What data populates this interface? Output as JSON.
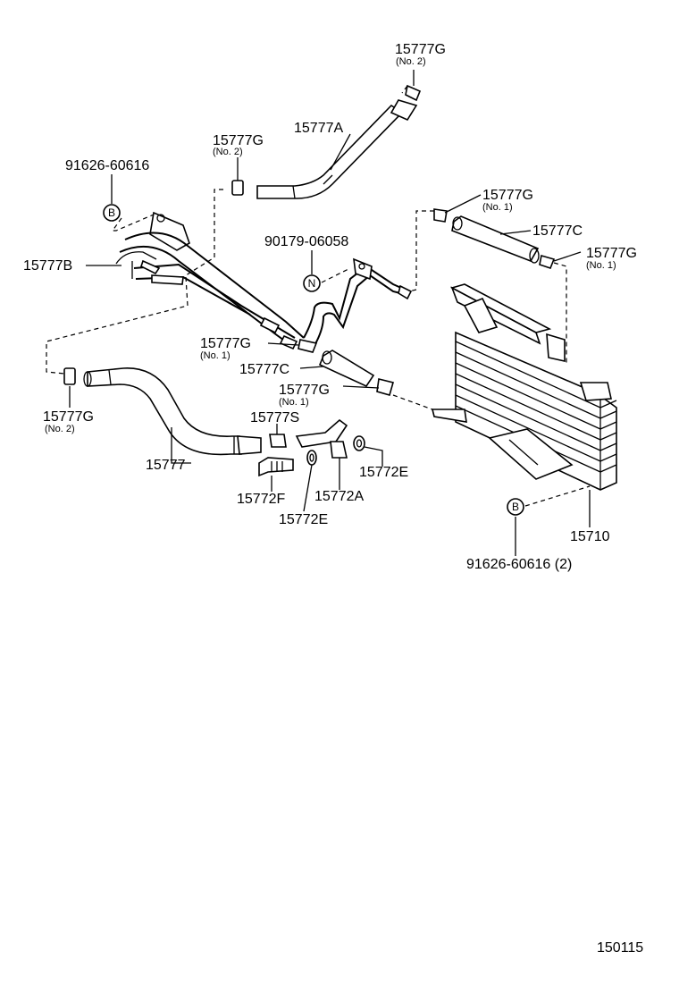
{
  "diagram_number": "150115",
  "mark_b": "B",
  "mark_n": "N",
  "callouts": {
    "g_top": {
      "part": "15777G",
      "note": "(No. 2)"
    },
    "g_mid": {
      "part": "15777G",
      "note": "(No. 2)"
    },
    "g_left": {
      "part": "15777G",
      "note": "(No. 2)"
    },
    "g_upper_right": {
      "part": "15777G",
      "note": "(No. 1)"
    },
    "g_right": {
      "part": "15777G",
      "note": "(No. 1)"
    },
    "g_center": {
      "part": "15777G",
      "note": "(No. 1)"
    },
    "g_center2": {
      "part": "15777G",
      "note": "(No. 1)"
    },
    "a": "15777A",
    "b": "15777B",
    "c_right": "15777C",
    "c_center": "15777C",
    "hose": "15777",
    "s": "15777S",
    "f": "15772F",
    "a72": "15772A",
    "e_right": "15772E",
    "e_bottom": "15772E",
    "cooler": "15710",
    "bolt_left": "91626-60616",
    "bolt_right": "91626-60616 (2)",
    "nut": "90179-06058"
  }
}
